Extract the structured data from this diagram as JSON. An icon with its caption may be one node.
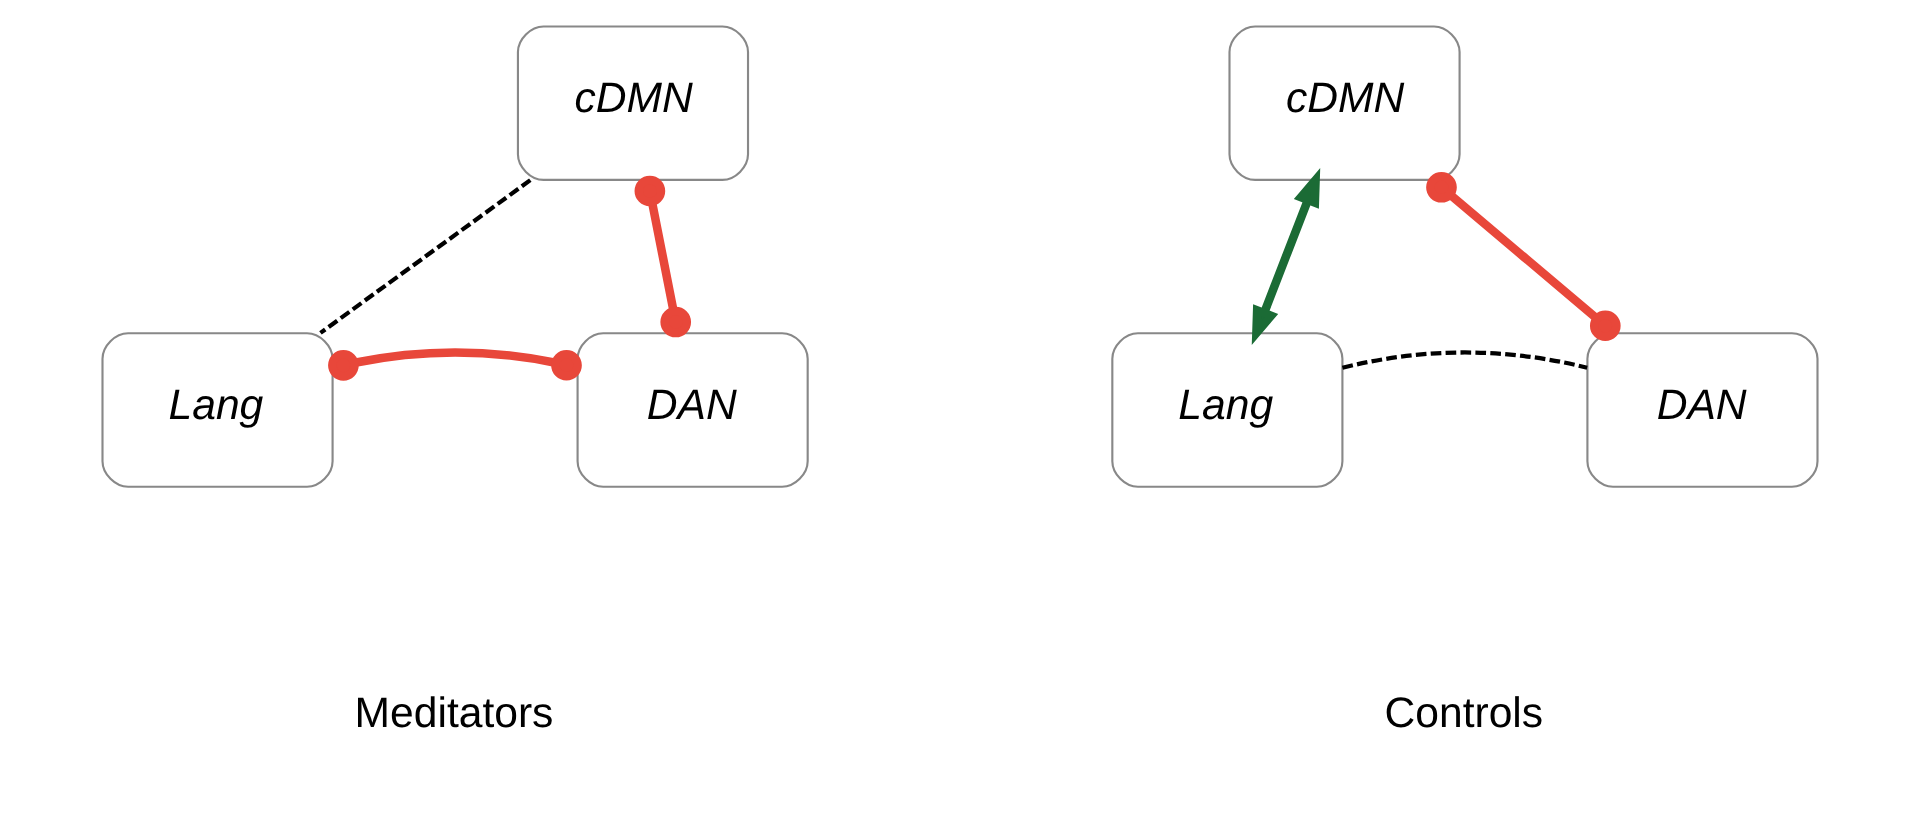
{
  "diagram": {
    "nodes": [
      {
        "text": [
          "cDMN"
        ]
      },
      {
        "text": [
          "Lang"
        ]
      },
      {
        "text": [
          "DAN"
        ]
      },
      {
        "text": [
          "cDMN"
        ]
      },
      {
        "text": [
          "Lang"
        ]
      },
      {
        "text": [
          "DAN"
        ]
      }
    ],
    "edges": [
      {
        "from": 0,
        "to": 1,
        "arrow": "none",
        "style": "dashed",
        "color": "#000000"
      },
      {
        "from": 0,
        "to": 2,
        "arrow": "other"
      },
      {
        "from": 1,
        "to": 2,
        "arrow": "other"
      },
      {
        "from": 3,
        "to": 4,
        "arrow": "both",
        "color": "#1b6b35"
      },
      {
        "from": 3,
        "to": 5,
        "arrow": "other"
      },
      {
        "from": 4,
        "to": 5,
        "arrow": "none",
        "style": "dashed",
        "color": "#000000"
      }
    ],
    "labels": [
      "Meditators",
      "Controls"
    ]
  }
}
